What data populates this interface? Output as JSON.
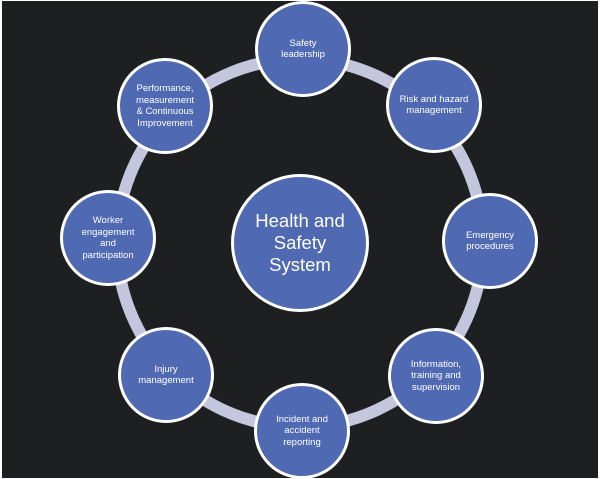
{
  "diagram": {
    "colors": {
      "background": "#1d1f21",
      "node_fill": "#4f6ab3",
      "node_border": "#ffffff",
      "ring": "#c3c6dc",
      "text": "#ffffff"
    },
    "center": {
      "label": "Health and\nSafety\nSystem"
    },
    "nodes": [
      {
        "label": "Safety\nleadership"
      },
      {
        "label": "Risk and hazard\nmanagement"
      },
      {
        "label": "Emergency\nprocedures"
      },
      {
        "label": "Information,\ntraining and\nsupervision"
      },
      {
        "label": "Incident and\naccident\nreporting"
      },
      {
        "label": "Injury\nmanagement"
      },
      {
        "label": "Worker\nengagement\nand\nparticipation"
      },
      {
        "label": "Performance,\nmeasurement\n& Continuous\nImprovement"
      }
    ]
  }
}
